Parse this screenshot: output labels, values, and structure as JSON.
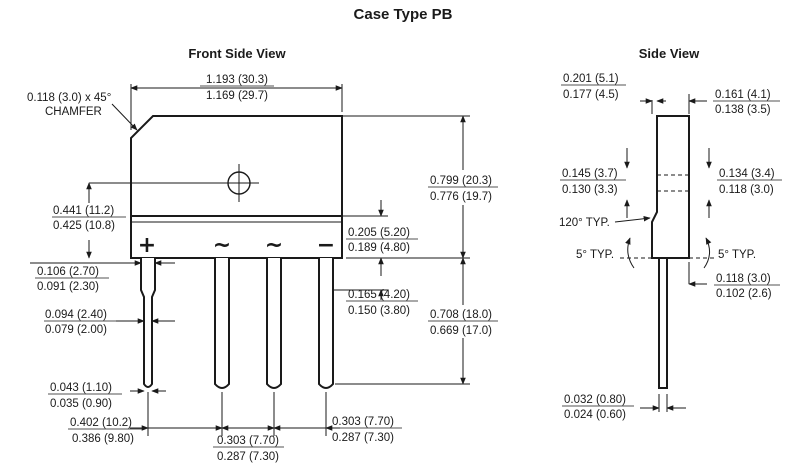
{
  "title": "Case Type PB",
  "front_view": {
    "label": "Front Side View",
    "chamfer": "0.118 (3.0) x 45°",
    "chamfer_label": "CHAMFER",
    "width_max": "1.193 (30.3)",
    "width_min": "1.169 (29.7)",
    "body_height_max": "0.799 (20.3)",
    "body_height_min": "0.776 (19.7)",
    "hole_height_max": "0.441 (11.2)",
    "hole_height_min": "0.425 (10.8)",
    "band_max": "0.205 (5.20)",
    "band_min": "0.189 (4.80)",
    "lead_width_max": "0.106 (2.70)",
    "lead_width_min": "0.091 (2.30)",
    "lead_shoulder_max": "0.165 (4.20)",
    "lead_shoulder_min": "0.150 (3.80)",
    "lead_length_max": "0.708 (18.0)",
    "lead_length_min": "0.669 (17.0)",
    "lead_narrow_max": "0.094 (2.40)",
    "lead_narrow_min": "0.079 (2.00)",
    "lead_tip_max": "0.043 (1.10)",
    "lead_tip_min": "0.035 (0.90)",
    "pitch_outer_max": "0.402 (10.2)",
    "pitch_outer_min": "0.386 (9.80)",
    "pitch_mid_max": "0.303 (7.70)",
    "pitch_mid_min": "0.287 (7.30)",
    "pitch_right_max": "0.303 (7.70)",
    "pitch_right_min": "0.287 (7.30)",
    "pins": [
      "+",
      "~",
      "~",
      "−"
    ]
  },
  "side_view": {
    "label": "Side View",
    "top_left_max": "0.201 (5.1)",
    "top_left_min": "0.177 (4.5)",
    "top_right_max": "0.161 (4.1)",
    "top_right_min": "0.138 (3.5)",
    "mid_left_max": "0.145 (3.7)",
    "mid_left_min": "0.130 (3.3)",
    "mid_right_max": "0.134 (3.4)",
    "mid_right_min": "0.118 (3.0)",
    "angle_120": "120° TYP.",
    "angle_5_left": "5° TYP.",
    "angle_5_right": "5° TYP.",
    "lower_right_max": "0.118 (3.0)",
    "lower_right_min": "0.102 (2.6)",
    "lead_max": "0.032 (0.80)",
    "lead_min": "0.024 (0.60)"
  }
}
